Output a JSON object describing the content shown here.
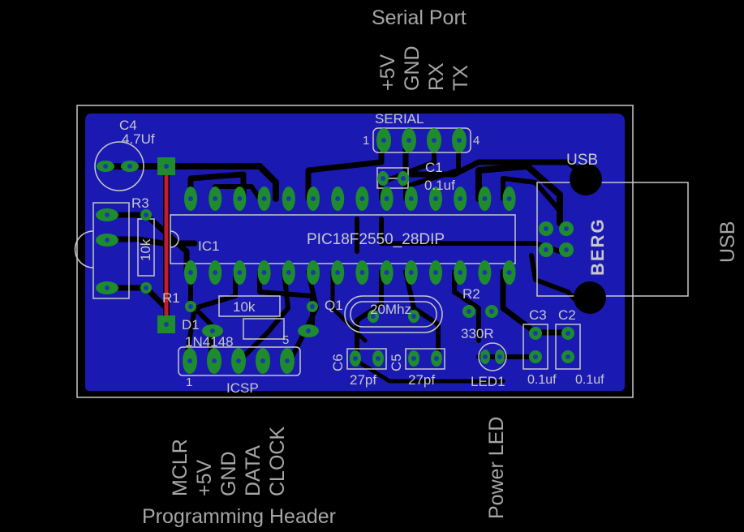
{
  "labels": {
    "serial_port": "Serial Port",
    "serial_pins": [
      "+5V",
      "GND",
      "RX",
      "TX"
    ],
    "usb_side": "USB",
    "programming_header": "Programming Header",
    "icsp_pins": [
      "MCLR",
      "+5V",
      "GND",
      "DATA",
      "CLOCK"
    ],
    "power_led": "Power LED"
  },
  "silkscreen": {
    "c4": "C4",
    "c4_value": "4.7Uf",
    "serial": "SERIAL",
    "serial_pin1": "1",
    "serial_pin4": "4",
    "c1": "C1",
    "c1_value": "0.1uf",
    "usb_top": "USB",
    "r3": "R3",
    "r3_value": "10k",
    "ic1": "IC1",
    "ic_name": "PIC18F2550_28DIP",
    "r1": "R1",
    "r1_value": "10k",
    "d1": "D1",
    "d1_value": "1N4148",
    "q1": "Q1",
    "q1_value": "20Mhz",
    "r2": "R2",
    "r2_value": "330R",
    "c3": "C3",
    "c2": "C2",
    "c3_value": "0.1uf",
    "c2_value": "0.1uf",
    "c6": "C6",
    "c5": "C5",
    "c6_value": "27pf",
    "c5_value": "27pf",
    "led1": "LED1",
    "icsp": "ICSP",
    "icsp_pin1": "1",
    "icsp_pin5": "5",
    "berg": "BERG"
  },
  "colors": {
    "background": "#000000",
    "board_fill": "#1a1ab3",
    "trace": "#000000",
    "pad": "#1e8c2c",
    "drill": "#1a3aa8",
    "silkscreen": "#c8c8c8",
    "annotation": "#a6a6a6",
    "jumper": "#c21a2e"
  }
}
